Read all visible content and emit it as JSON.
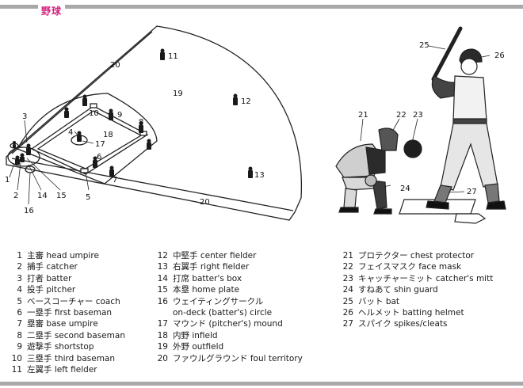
{
  "header": {
    "title": "野球"
  },
  "diagram_labels": [
    "1",
    "2",
    "3",
    "4",
    "5",
    "6",
    "7",
    "8",
    "9",
    "10",
    "11",
    "12",
    "13",
    "14",
    "15",
    "16",
    "17",
    "18",
    "19",
    "20",
    "20",
    "21",
    "22",
    "23",
    "24",
    "25",
    "26",
    "27"
  ],
  "legend": {
    "col1": [
      {
        "num": "1",
        "text": "主審 head umpire"
      },
      {
        "num": "2",
        "text": "捕手 catcher"
      },
      {
        "num": "3",
        "text": "打者 batter"
      },
      {
        "num": "4",
        "text": "投手 pitcher"
      },
      {
        "num": "5",
        "text": "ベースコーチャー coach"
      },
      {
        "num": "6",
        "text": "一塁手 first baseman"
      },
      {
        "num": "7",
        "text": "塁審 base umpire"
      },
      {
        "num": "8",
        "text": "二塁手 second baseman"
      },
      {
        "num": "9",
        "text": "遊撃手 shortstop"
      },
      {
        "num": "10",
        "text": "三塁手 third baseman"
      },
      {
        "num": "11",
        "text": "左翼手 left fielder"
      }
    ],
    "col2": [
      {
        "num": "12",
        "text": "中堅手 center fielder"
      },
      {
        "num": "13",
        "text": "右翼手 right fielder"
      },
      {
        "num": "14",
        "text": "打席 batter's box"
      },
      {
        "num": "15",
        "text": "本塁 home plate"
      },
      {
        "num": "16",
        "text": "ウェイティングサークル"
      },
      {
        "num": "16",
        "text": "on-deck (batter's) circle"
      },
      {
        "num": "17",
        "text": "マウンド (pitcher's) mound"
      },
      {
        "num": "18",
        "text": "内野 infield"
      },
      {
        "num": "19",
        "text": "外野 outfield"
      },
      {
        "num": "20",
        "text": "ファウルグラウンド foul territory"
      }
    ],
    "col3": [
      {
        "num": "21",
        "text": "プロテクター chest protector"
      },
      {
        "num": "22",
        "text": "フェイスマスク face mask"
      },
      {
        "num": "23",
        "text": "キャッチャーミット catcher's mitt"
      },
      {
        "num": "24",
        "text": "すねあて shin guard"
      },
      {
        "num": "25",
        "text": "バット bat"
      },
      {
        "num": "26",
        "text": "ヘルメット batting helmet"
      },
      {
        "num": "27",
        "text": "スパイク spikes/cleats"
      }
    ]
  }
}
